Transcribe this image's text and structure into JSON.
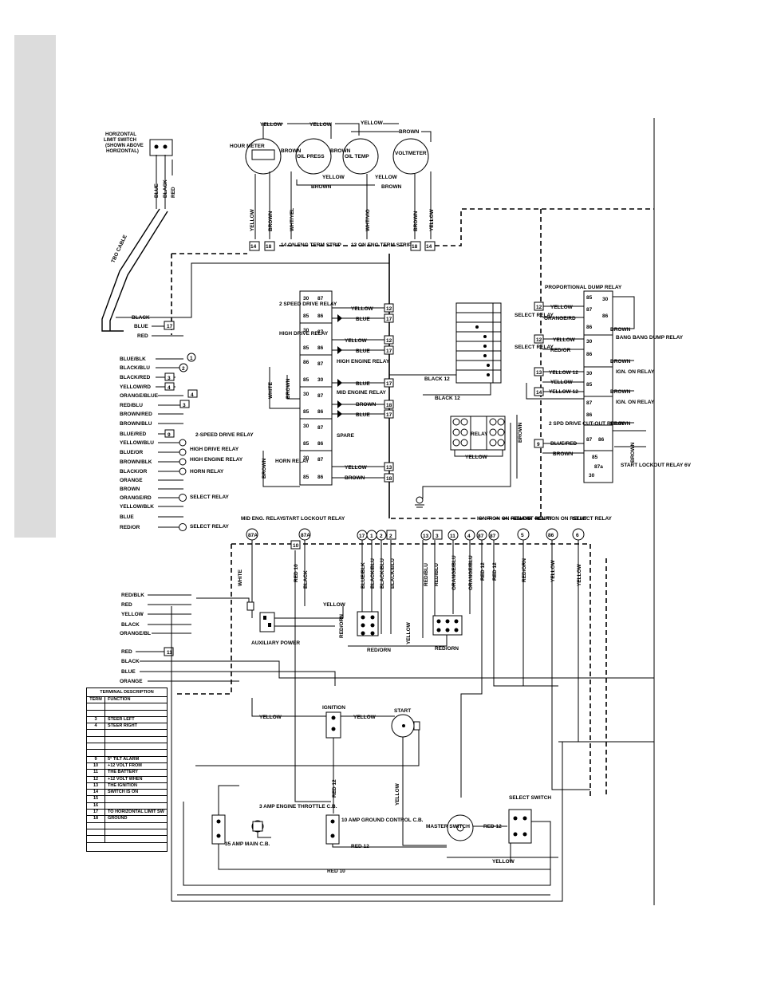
{
  "gauges": [
    {
      "label": "HOUR METER"
    },
    {
      "label": "OIL PRESS"
    },
    {
      "label": "OIL TEMP"
    },
    {
      "label": "VOLTMETER"
    }
  ],
  "limit_switch": {
    "label": "HORIZONTAL LIMIT SWITCH (SHOWN ABOVE HORIZONTAL)",
    "cable": "TBO CABLE"
  },
  "term_strips": [
    "14 ON ENG TERM STRIP",
    "13 ON ENG TERM STRIP"
  ],
  "top_wires": [
    "YELLOW",
    "YELLOW",
    "YELLOW",
    "BROWN",
    "BROWN",
    "BROWN",
    "YELLOW",
    "YELLOW",
    "BROWN",
    "BROWN",
    "WHT/YEL",
    "WHT/VIO"
  ],
  "left_wires": [
    "BLACK",
    "BLUE",
    "RED",
    "BLUE/BLK",
    "BLACK/BLU",
    "BLACK/RED",
    "YELLOW/RD",
    "ORANGE/BLUE",
    "RED/BLU",
    "BROWN/RED",
    "BROWN/BLU",
    "BLUE/RED",
    "YELLOW/BLU",
    "BLUE/OR",
    "BROWN/BLK",
    "BLACK/OR",
    "ORANGE",
    "BROWN",
    "ORANGE/RD",
    "YELLOW/BLK",
    "BLUE",
    "RED/OR"
  ],
  "left_callouts": [
    "2-SPEED DRIVE RELAY",
    "HIGH DRIVE RELAY",
    "HIGH ENGINE RELAY",
    "HORN RELAY",
    "SELECT RELAY",
    "SELECT RELAY"
  ],
  "relay_stack": [
    {
      "label": "2 SPEED DRIVE RELAY"
    },
    {
      "label": "HIGH DRIVE RELAY"
    },
    {
      "label": "HIGH ENGINE RELAY"
    },
    {
      "label": "MID ENGINE RELAY"
    },
    {
      "label": "SPARE"
    },
    {
      "label": "HORN RELAY"
    }
  ],
  "stack_wires": [
    "YELLOW",
    "BLUE",
    "YELLOW",
    "BLUE",
    "BLUE",
    "BROWN",
    "BLUE",
    "YELLOW",
    "BROWN",
    "WHITE",
    "BROWN",
    "BROWN"
  ],
  "right_relays": [
    {
      "label": "PROPORTIONAL DUMP RELAY"
    },
    {
      "label": "BANG BANG DUMP RELAY"
    },
    {
      "label": "IGN. ON RELAY"
    },
    {
      "label": "IGN. ON RELAY"
    },
    {
      "label": "2 SPD DRIVE CUT-OUT RELAY"
    },
    {
      "label": "START LOCKOUT RELAY 6V"
    }
  ],
  "right_wires": [
    "YELLOW",
    "ORANGE/RD",
    "BROWN",
    "YELLOW",
    "RED/OR",
    "BROWN",
    "YELLOW 12",
    "YELLOW",
    "YELLOW 12",
    "BROWN",
    "BROWN",
    "BLUE/RED",
    "BROWN",
    "BROWN"
  ],
  "right_callouts": [
    "SELECT RELAY",
    "SELECT RELAY"
  ],
  "relay_socket": {
    "label": "RELAY"
  },
  "black_wires": [
    "BLACK 12",
    "BLACK 12"
  ],
  "bottom_relays": [
    {
      "label": "MID ENG. RELAY"
    },
    {
      "label": "START LOCKOUT RELAY"
    },
    {
      "label": "IGNITION ON RELAYS"
    },
    {
      "label": "SELECT RELAY"
    },
    {
      "label": "IGNITION ON RELAY"
    },
    {
      "label": "SELECT RELAY"
    }
  ],
  "bottom_wires": [
    "RED/BLK",
    "RED",
    "YELLOW",
    "BLACK",
    "ORANGE/BL",
    "RED",
    "BLACK",
    "BLUE",
    "ORANGE",
    "WHITE",
    "RED 10",
    "BLACK",
    "BLUE/BLK",
    "BLUE/BLK",
    "BLACK/BLU",
    "BLACK/BLU",
    "RED/BLU",
    "RED/BLU",
    "ORANGE/BLU",
    "ORANGE/BLU",
    "RED 12",
    "RED/ORN",
    "YELLOW",
    "YELLOW",
    "YELLOW",
    "RED/ORN",
    "YELLOW",
    "RED/ORN",
    "RED/ORN",
    "YELLOW",
    "YELLOW",
    "RED 12",
    "YELLOW",
    "RED 12",
    "RED 12",
    "YELLOW",
    "RED 10"
  ],
  "components": [
    {
      "label": "AUXILIARY POWER"
    },
    {
      "label": "IGNITION"
    },
    {
      "label": "START"
    },
    {
      "label": "35 AMP MAIN C.B."
    },
    {
      "label": "3 AMP ENGINE THROTTLE C.B."
    },
    {
      "label": "10 AMP GROUND CONTROL C.B."
    },
    {
      "label": "MASTER SWITCH"
    },
    {
      "label": "SELECT SWITCH"
    }
  ],
  "terminal_table": {
    "title": "TERMINAL DESCRIPTION",
    "headers": [
      "TERM",
      "FUNCTION"
    ],
    "rows": [
      {
        "term": "",
        "function": ""
      },
      {
        "term": "",
        "function": ""
      },
      {
        "term": "3",
        "function": "STEER LEFT"
      },
      {
        "term": "4",
        "function": "STEER RIGHT"
      },
      {
        "term": "",
        "function": ""
      },
      {
        "term": "",
        "function": ""
      },
      {
        "term": "",
        "function": ""
      },
      {
        "term": "",
        "function": ""
      },
      {
        "term": "9",
        "function": "5° TILT ALARM"
      },
      {
        "term": "10",
        "function": "+12 VOLT FROM"
      },
      {
        "term": "11",
        "function": "THE BATTERY"
      },
      {
        "term": "12",
        "function": "+12 VOLT WHEN"
      },
      {
        "term": "13",
        "function": "THE IGNITION"
      },
      {
        "term": "14",
        "function": "SWITCH IS ON"
      },
      {
        "term": "15",
        "function": ""
      },
      {
        "term": "16",
        "function": ""
      },
      {
        "term": "17",
        "function": "TO HORIZONTAL LIMIT SW"
      },
      {
        "term": "18",
        "function": "GROUND"
      },
      {
        "term": "",
        "function": ""
      },
      {
        "term": "",
        "function": ""
      },
      {
        "term": "",
        "function": ""
      }
    ]
  }
}
